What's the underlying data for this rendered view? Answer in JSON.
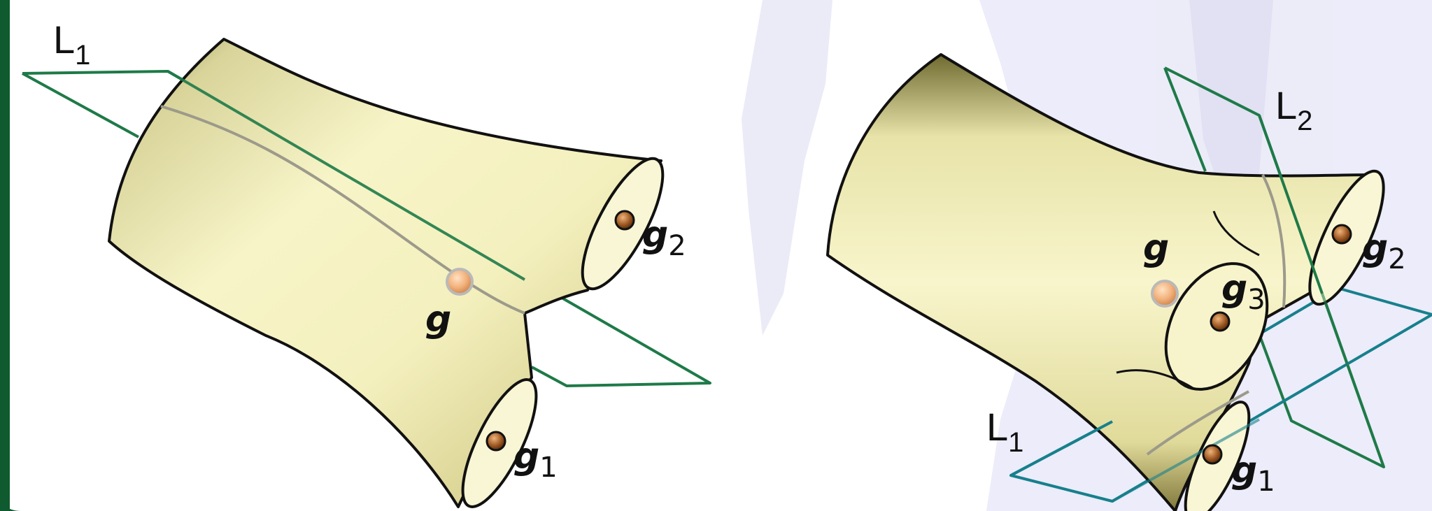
{
  "colors": {
    "frame": "#0f5a2e",
    "plane_green": "#1e7a48",
    "plane_teal": "#17808c",
    "tube_fill": "#f6f3c4",
    "tube_shadow": "#8a8342",
    "watermark": "#dcdcf2",
    "outline": "#111111",
    "seam": "#9c9a8a"
  },
  "left_figure": {
    "plane_label": {
      "base": "L",
      "sub": "1"
    },
    "center_point": {
      "symbol": "g"
    },
    "ends": [
      {
        "symbol": "g",
        "sub": "2"
      },
      {
        "symbol": "g",
        "sub": "1"
      }
    ]
  },
  "right_figure": {
    "plane_labels": [
      {
        "base": "L",
        "sub": "2"
      },
      {
        "base": "L",
        "sub": "1"
      }
    ],
    "center_point": {
      "symbol": "g"
    },
    "ends": [
      {
        "symbol": "g",
        "sub": "2"
      },
      {
        "symbol": "g",
        "sub": "3"
      },
      {
        "symbol": "g",
        "sub": "1"
      }
    ]
  }
}
